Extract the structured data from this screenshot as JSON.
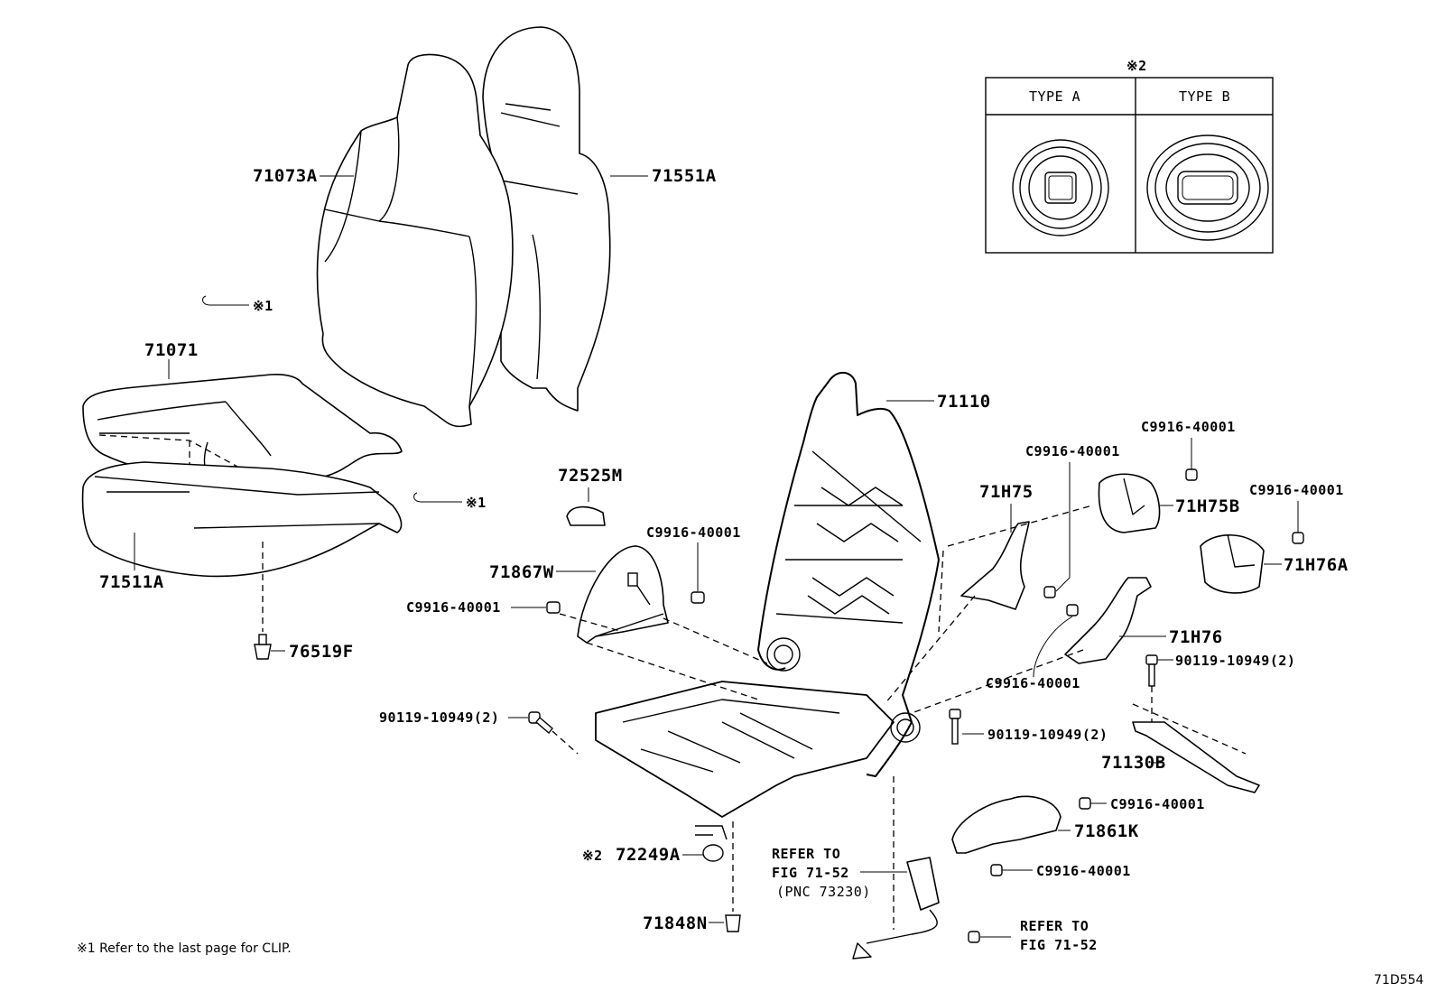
{
  "diagram_code": "71D554",
  "footnote": "※1  Refer to the last page for CLIP.",
  "inset": {
    "marker": "※2",
    "type_a": "TYPE  A",
    "type_b": "TYPE  B"
  },
  "callouts": {
    "p71073A": "71073A",
    "p71551A": "71551A",
    "p71071": "71071",
    "p71511A": "71511A",
    "p76519F": "76519F",
    "clip_ref_1": "※1",
    "clip_ref_2": "※1",
    "p71110": "71110",
    "p72525M": "72525M",
    "p71867W": "71867W",
    "c9916_a": "C9916-40001",
    "c9916_b": "C9916-40001",
    "c9916_c": "C9916-40001",
    "c9916_d": "C9916-40001",
    "c9916_e": "C9916-40001",
    "c9916_f": "C9916-40001",
    "c9916_g": "C9916-40001",
    "c9916_h": "C9916-40001",
    "p71H75": "71H75",
    "p71H75B": "71H75B",
    "p71H76A": "71H76A",
    "p71H76": "71H76",
    "bolt_a": "90119-10949(2)",
    "bolt_b": "90119-10949(2)",
    "bolt_c": "90119-10949(2)",
    "p71130B": "71130B",
    "p71861K": "71861K",
    "p72249A_mark": "※2",
    "p72249A": "72249A",
    "p71848N": "71848N",
    "refer1_line1": "REFER TO",
    "refer1_line2": "FIG 71-52",
    "refer1_line3": "(PNC 73230)",
    "refer2_line1": "REFER TO",
    "refer2_line2": "FIG 71-52"
  }
}
